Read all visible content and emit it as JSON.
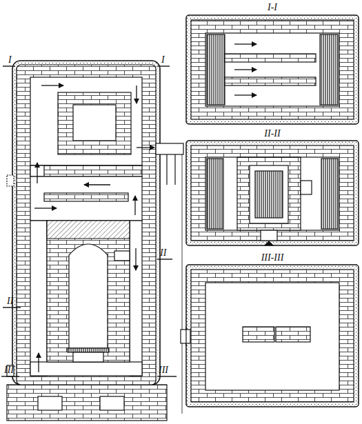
{
  "diagram": {
    "labels": [
      "I-I",
      "II-II",
      "III-III",
      "I",
      "I",
      "II",
      "II",
      "III",
      "III"
    ]
  }
}
